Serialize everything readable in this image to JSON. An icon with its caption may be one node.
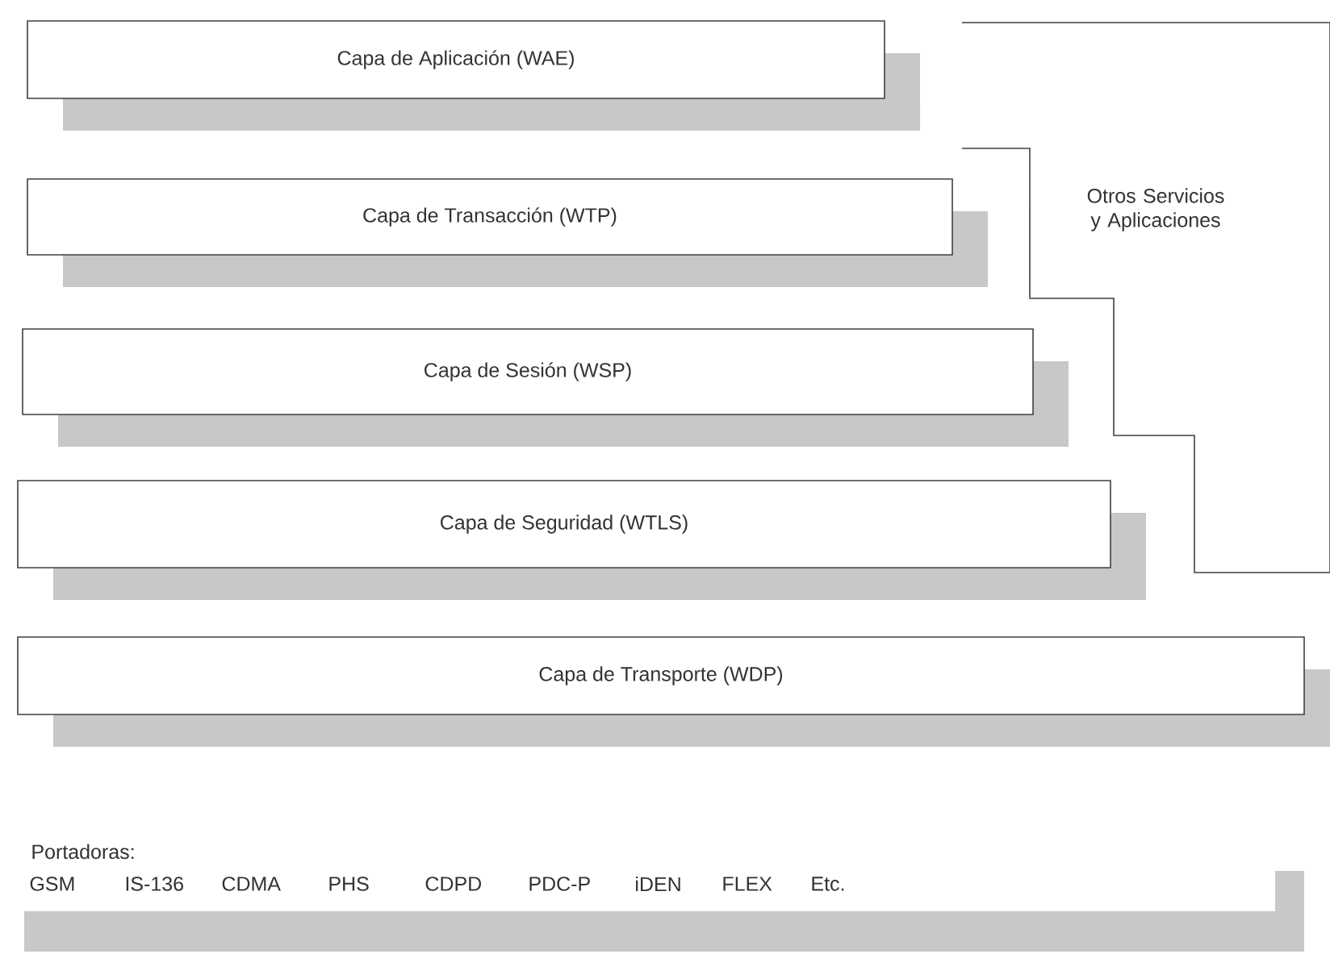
{
  "diagram": {
    "nodes": [
      {
        "text": [
          "Capa de Aplicación (WAE)"
        ]
      },
      {
        "text": [
          "Capa de Transacción (WTP)"
        ]
      },
      {
        "text": [
          "Capa de Sesión (WSP)"
        ]
      },
      {
        "text": [
          "Capa de Seguridad (WTLS)"
        ]
      },
      {
        "text": [
          "Capa de Transporte (WDP)"
        ]
      },
      {
        "text": [
          "Otros Servicios y Aplicaciones"
        ]
      },
      {
        "text": [
          "Portadoras:",
          "GSM",
          "IS-136",
          "CDMA",
          "PHS",
          "CDPD",
          "PDC-P",
          "iDEN",
          "FLEX",
          "Etc."
        ]
      }
    ]
  }
}
